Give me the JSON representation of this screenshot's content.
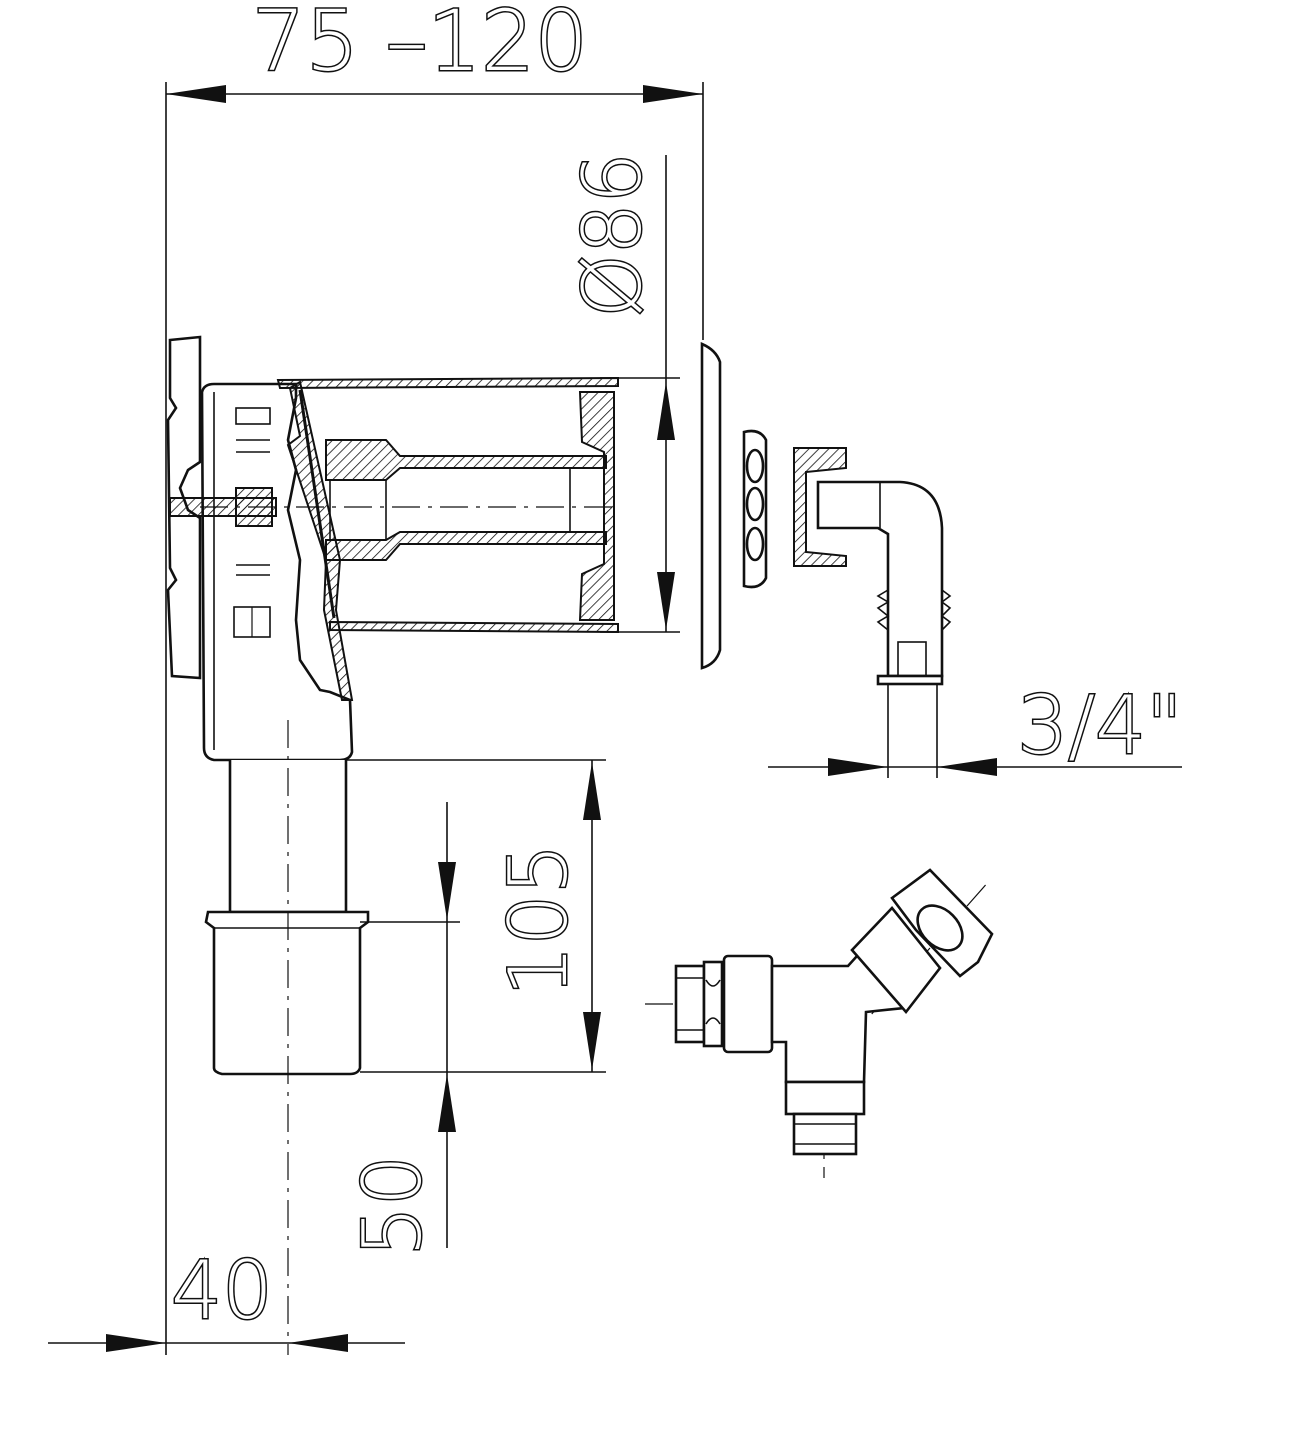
{
  "drawing": {
    "dimensions": {
      "overall_width": "75 –120",
      "diameter": "Ø86",
      "thread": "3/4\"",
      "height_main": "105",
      "height_lower": "50",
      "offset": "40"
    }
  }
}
